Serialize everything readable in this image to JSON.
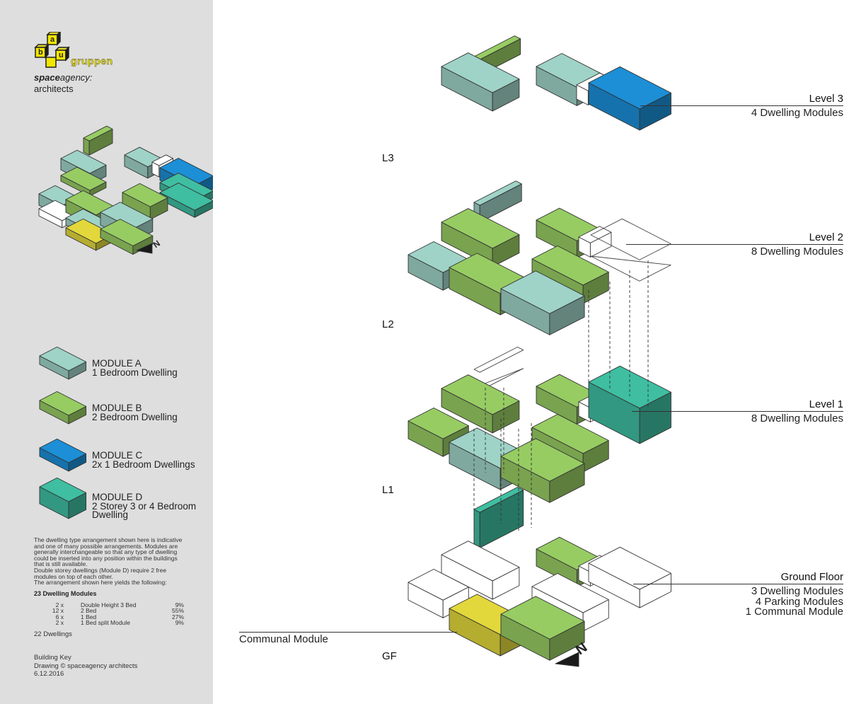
{
  "sidebar": {
    "logo_word": "gruppen",
    "logo_letters": [
      "b",
      "a",
      "u"
    ],
    "firm_bold": "space",
    "firm_italic": "agency:",
    "firm_line2": "architects",
    "legend": [
      {
        "title": "MODULE A",
        "lines": [
          "1 Bedroom Dwelling"
        ],
        "color": "#9fd3c7"
      },
      {
        "title": "MODULE B",
        "lines": [
          "2 Bedroom Dwelling"
        ],
        "color": "#97cc63"
      },
      {
        "title": "MODULE C",
        "lines": [
          "2x 1 Bedroom Dwellings"
        ],
        "color": "#1c8fd7"
      },
      {
        "title": "MODULE D",
        "lines": [
          "2 Storey 3 or 4 Bedroom",
          "Dwelling"
        ],
        "color": "#3fbea1"
      }
    ],
    "description": [
      "The dwelling type arrangement shown here is indicative",
      "and one of many possible arrangements. Modules are",
      "generally interchangeable so that any type of dwelling",
      "could be inserted into any position within the buildings",
      "that is still available.",
      "Double storey dwellings (Module D) require 2 free",
      "modules on top of each other.",
      "The arrangement shown here yields the following:"
    ],
    "summary_title": "23 Dwelling Modules",
    "mix": [
      {
        "qty": "2 x",
        "type": "Double Height 3 Bed",
        "pct": "9%"
      },
      {
        "qty": "12 x",
        "type": "2 Bed",
        "pct": "55%"
      },
      {
        "qty": "6 x",
        "type": "1 Bed",
        "pct": "27%"
      },
      {
        "qty": "2 x",
        "type": "1 Bed split Module",
        "pct": "9%"
      }
    ],
    "dwellings_total": "22 Dwellings",
    "footer": [
      "Building Key",
      "Drawing © spaceagency architects",
      "6.12.2016"
    ],
    "north": "N"
  },
  "levels": [
    {
      "code": "L3",
      "title": "Level 3",
      "subs": [
        "4 Dwelling Modules"
      ]
    },
    {
      "code": "L2",
      "title": "Level 2",
      "subs": [
        "8 Dwelling Modules"
      ]
    },
    {
      "code": "L1",
      "title": "Level 1",
      "subs": [
        "8 Dwelling Modules"
      ]
    },
    {
      "code": "GF",
      "title": "Ground Floor",
      "subs": [
        "3 Dwelling Modules",
        "4 Parking Modules",
        "1 Communal Module"
      ]
    }
  ],
  "communal_label": "Communal Module",
  "north": "N",
  "colors": {
    "module_a": "#9fd3c7",
    "module_b": "#97cc63",
    "module_c": "#1c8fd7",
    "module_d": "#3fbea1",
    "communal": "#e2d83c",
    "empty": "#ffffff",
    "sidebar_bg": "#dedede",
    "logo_yellow": "#f2e600"
  }
}
